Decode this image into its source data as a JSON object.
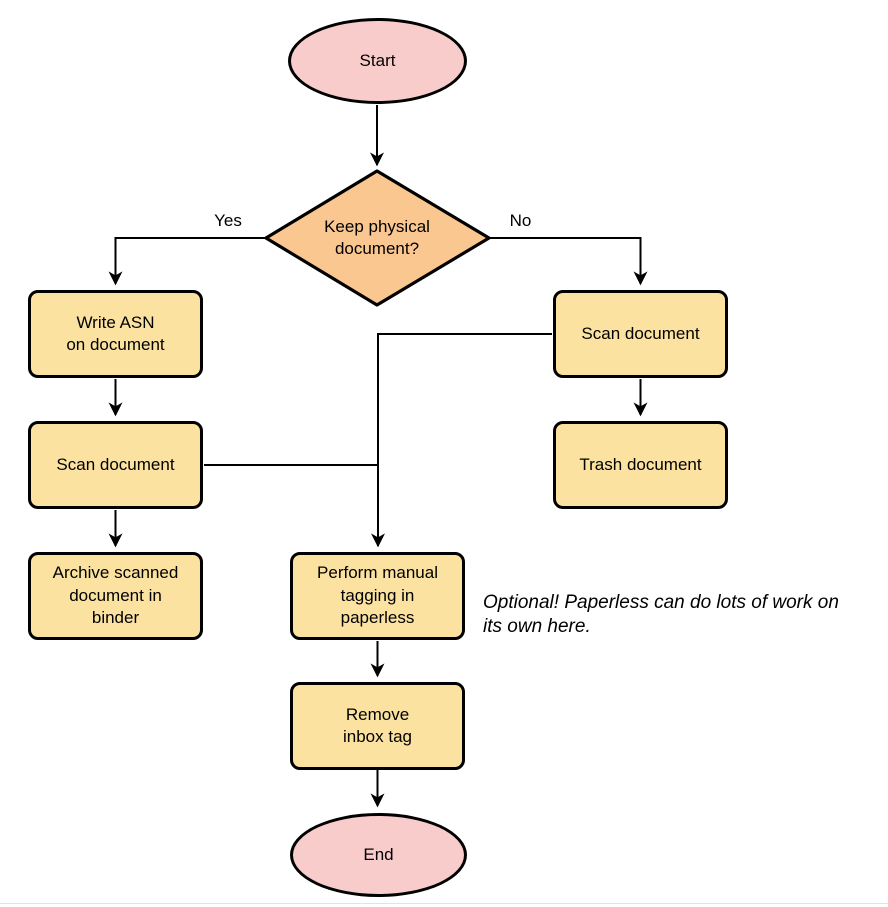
{
  "colors": {
    "background": "#FFFFFF",
    "stroke": "#000000",
    "terminal_fill": "#F9CCCC",
    "decision_fill": "#FBC790",
    "process_fill": "#FBE2A0",
    "bottom_rule": "#DFE2E6"
  },
  "nodes": {
    "start": {
      "label": "Start"
    },
    "decision": {
      "label": "Keep physical\ndocument?"
    },
    "write_asn": {
      "label": "Write ASN\non document"
    },
    "scan_right": {
      "label": "Scan document"
    },
    "scan_left": {
      "label": "Scan document"
    },
    "trash": {
      "label": "Trash document"
    },
    "archive": {
      "label": "Archive scanned\ndocument in\nbinder"
    },
    "tagging": {
      "label": "Perform manual\ntagging in\npaperless"
    },
    "remove_inbox": {
      "label": "Remove\ninbox tag"
    },
    "end": {
      "label": "End"
    }
  },
  "edge_labels": {
    "yes": "Yes",
    "no": "No"
  },
  "note": {
    "text": "Optional! Paperless can do lots of work on\nits own here."
  }
}
